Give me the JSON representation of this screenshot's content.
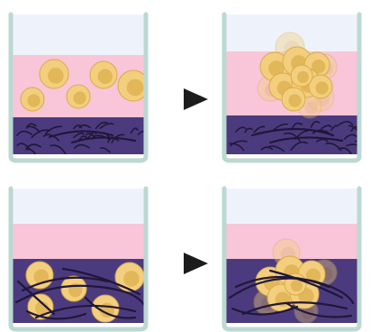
{
  "colors": {
    "background": "#ffffff",
    "glass": "#bcd8d2",
    "glass_inner": "#eef3fb",
    "medium": "#f9c5d8",
    "matrix": "#4b3b7e",
    "fiber": "#20173a",
    "cell_outer": "#f3cf7d",
    "cell_inner": "#e2b75a",
    "cell_edge": "#d9aa4a",
    "arrow": "#1c1c1c"
  },
  "panels": [
    {
      "id": "top-before",
      "layer": "fibers-below",
      "cells": "dispersed",
      "icon": "cells-in-medium"
    },
    {
      "id": "top-after",
      "layer": "fibers-below",
      "cells": "aggregated",
      "icon": "cell-cluster-in-medium"
    },
    {
      "id": "bottom-before",
      "layer": "fibers-embedding",
      "cells": "dispersed",
      "icon": "cells-in-matrix"
    },
    {
      "id": "bottom-after",
      "layer": "fibers-embedding",
      "cells": "aggregated",
      "icon": "cell-cluster-in-matrix"
    }
  ],
  "arrows": [
    {
      "icon": "right-arrow-icon"
    },
    {
      "icon": "right-arrow-icon"
    }
  ]
}
